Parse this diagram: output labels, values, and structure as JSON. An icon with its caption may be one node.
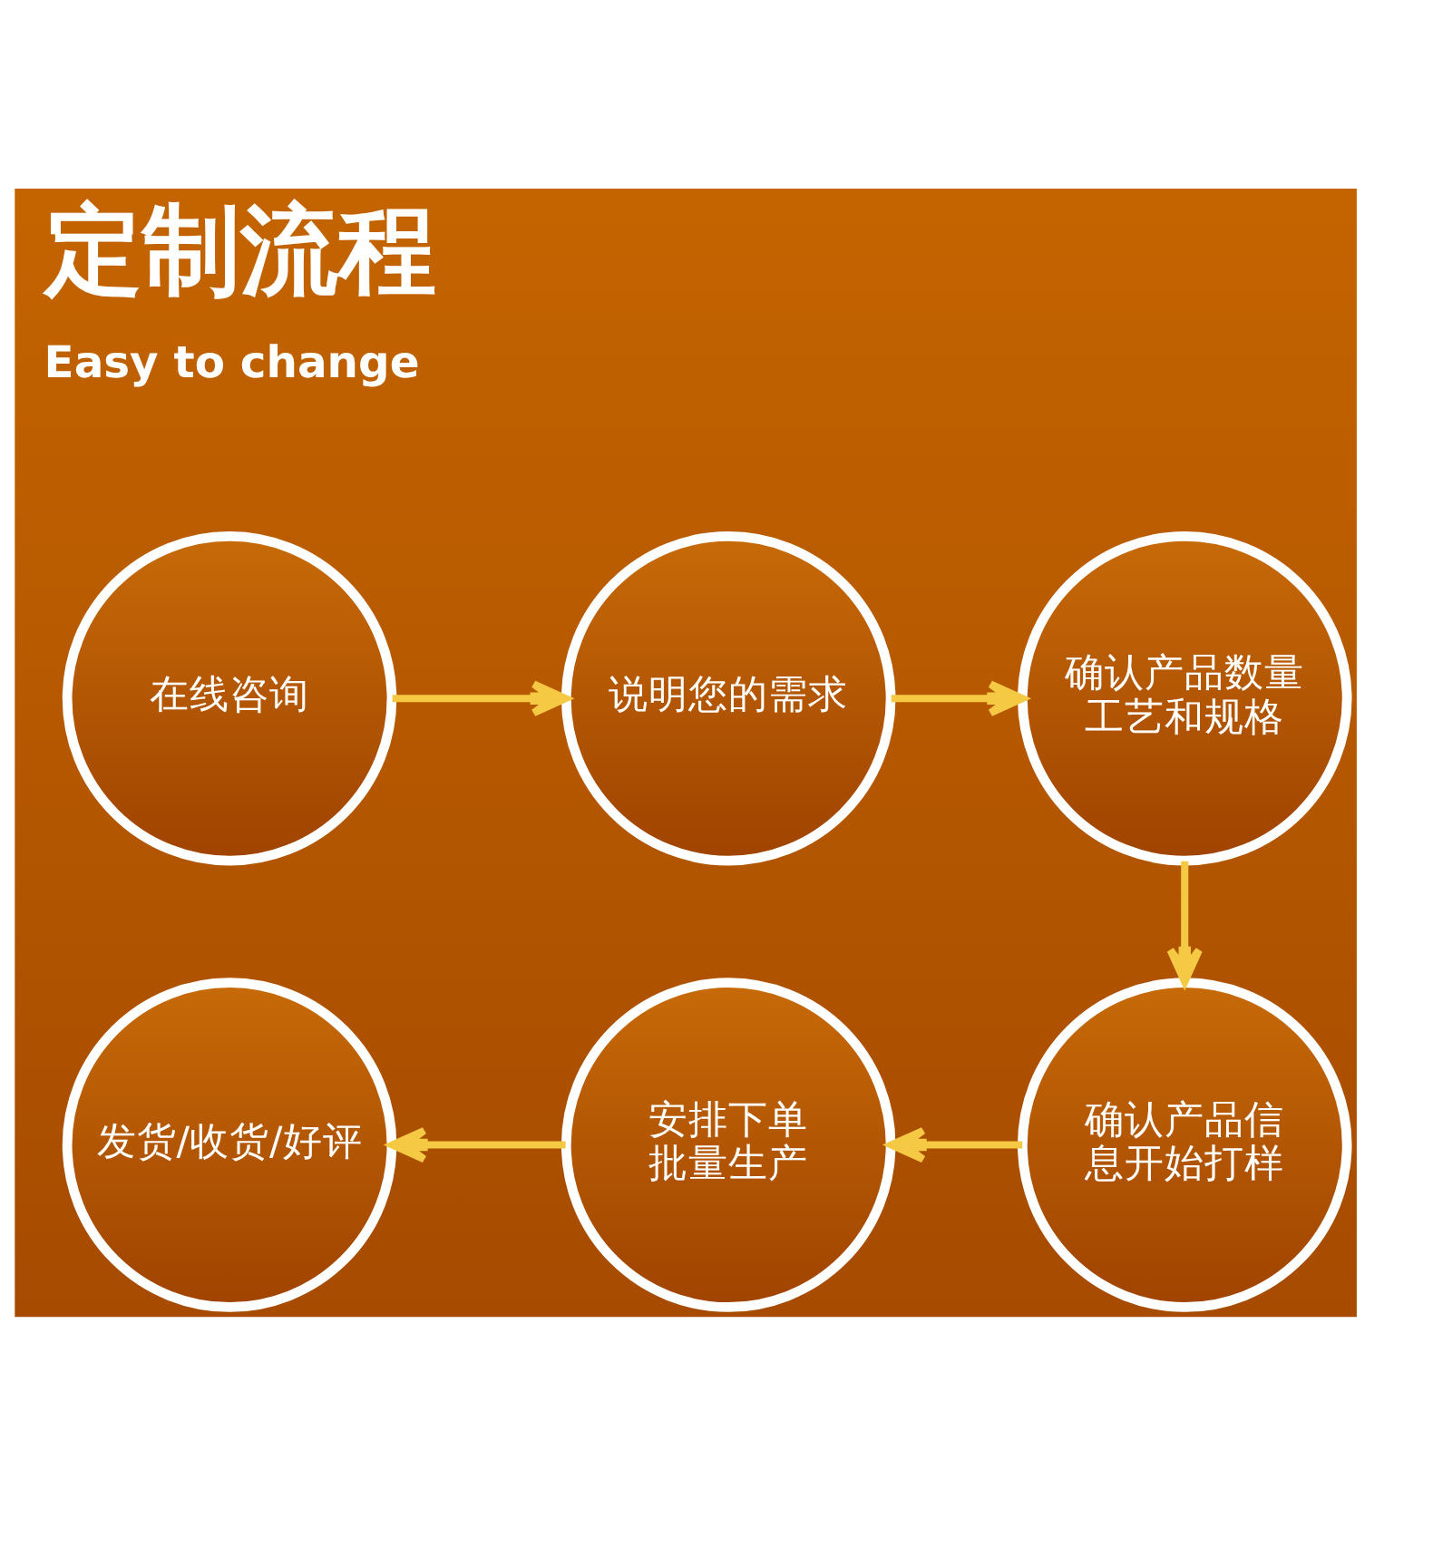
{
  "diagram": {
    "title": "定制流程",
    "nodes": [
      {
        "text": [
          "在线咨询"
        ]
      },
      {
        "text": [
          "说明您的需求"
        ]
      },
      {
        "text": [
          "确认产品数量工艺和规格"
        ]
      },
      {
        "text": [
          "发货/收货/好评"
        ]
      },
      {
        "text": [
          "安排下单批量生产"
        ]
      },
      {
        "text": [
          "确认产品信息开始打样"
        ]
      }
    ],
    "edges": [
      {
        "from": 0,
        "to": 1,
        "arrow": "to"
      },
      {
        "from": 1,
        "to": 2,
        "arrow": "to"
      },
      {
        "from": 2,
        "to": 5,
        "arrow": "to"
      },
      {
        "from": 5,
        "to": 4,
        "arrow": "to"
      },
      {
        "from": 4,
        "to": 3,
        "arrow": "to"
      }
    ],
    "labels": [
      "Easy to change"
    ]
  }
}
